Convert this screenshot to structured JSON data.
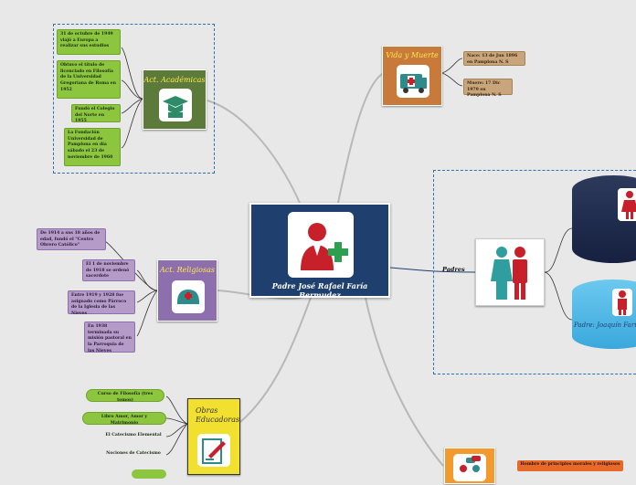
{
  "central": {
    "title": "Padre José Rafael Faría Bermudez"
  },
  "topics": {
    "academic": {
      "label": "Act. Académicas"
    },
    "vida": {
      "label": "Vida y Muerte"
    },
    "religiosas": {
      "label": "Act. Religiosas"
    },
    "obras": {
      "label": "Obras Educadoras"
    },
    "padres": {
      "label": "Padres"
    },
    "padre_name": {
      "label": "Padre: Joaquín Faría"
    }
  },
  "leaves": {
    "academic": [
      "31 de octubre de 1949 viajó a Europa a realizar sus estudios",
      "Obtuvo el título de licenciado en Filosofía de la Universidad Gregoriana de Roma en 1952",
      "Fundó el Colegio del Norte en 1955",
      "La Fundación Universidad de Pamplona en día sábado el 23 de noviembre de 1960"
    ],
    "vida": [
      "Nace: 13 de Jun 1896 en Pamplona N. S",
      "Muere: 17 Dic 1979 en Pamplona N. S"
    ],
    "religiosas": [
      "De 1914 a sus 18 años de edad, fundó el \"Centro Obrero Católico\"",
      "El 1 de noviembre de 1918 se ordenó sacerdote",
      "Entre 1919 y 1928 fue asignado como Párroco de la Iglesia de las Nieves",
      "En 1938 terminada su misión pastoral en la Parroquia de las Nieves"
    ],
    "obras": [
      "Curso de Filosofía (tres tomos)",
      "Libro Amor, Amor y Matrimonio",
      "El Catecismo Elemental",
      "Nociones de Catecismo"
    ],
    "bottom": "Hombre de principios morales y religiosos"
  },
  "icons": {
    "central": "doctor-icon",
    "academic": "graduation-cap-icon",
    "vida": "ambulance-icon",
    "religiosas": "nurse-cap-icon",
    "obras": "writing-icon",
    "padres": "family-icon",
    "bottom": "conversation-icon"
  }
}
